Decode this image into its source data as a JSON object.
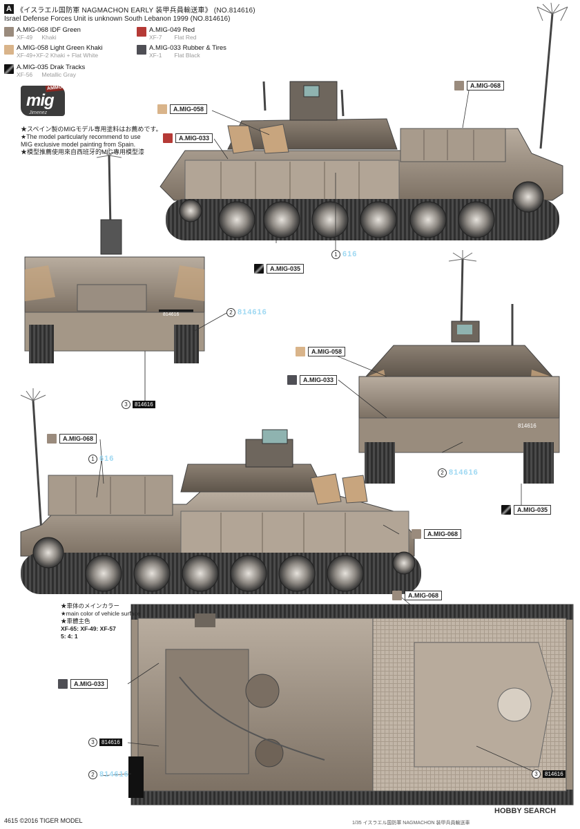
{
  "header": {
    "section": "A",
    "title": "《イスラエル国防軍 NAGMACHON EARLY 装甲兵員輸送車》 (NO.814616)",
    "subtitle": "Israel Defense Forces  Unit is unknown South Lebanon  1999    (NO.814616)"
  },
  "palette": [
    {
      "name": "A.MIG-068  IDF Green",
      "code": "XF-49",
      "desc": "Khaki",
      "color": "#9a8b7d"
    },
    {
      "name": "A.MIG-049  Red",
      "code": "XF-7",
      "desc": "Flat Red",
      "color": "#b53a36"
    },
    {
      "name": "A.MIG-058  Light Green Khaki",
      "code": "XF-49+XF-2",
      "desc": "Khaki + Flat White",
      "color": "#d9b48a"
    },
    {
      "name": "A.MIG-033  Rubber & Tires",
      "code": "XF-1",
      "desc": "Flat Black",
      "color": "#4f4f55"
    },
    {
      "name": "A.MIG-035  Drak Tracks",
      "code": "XF-56",
      "desc": "Metallic Gray",
      "color": "#2a2a2a"
    }
  ],
  "logo": {
    "word": "mig",
    "ammo": "AMMO",
    "sub": "Jimenez"
  },
  "notes": [
    "★スペイン製のMIGモデル専用塗料はお薦めです。",
    "★The model particularly recommend to use",
    "  MIG exclusive model painting from Spain.",
    "★模型推薦使用來自西班牙的MIG專用模型漆"
  ],
  "callouts": {
    "c1": "A.MIG-058",
    "c2": "A.MIG-033",
    "c3": "A.MIG-068",
    "c4": "A.MIG-035",
    "c5": "A.MIG-058",
    "c6": "A.MIG-033",
    "c7": "A.MIG-035",
    "c8": "A.MIG-068",
    "c9": "A.MIG-068",
    "c10": "A.MIG-068",
    "c11": "A.MIG-033"
  },
  "decals": {
    "n1": "1",
    "n2": "2",
    "n3": "3",
    "plate": "814616",
    "blue1": "616",
    "blue2": "814616",
    "hull_num": "616"
  },
  "body_color": {
    "jp": "車体のメインカラー",
    "en": "main color of vehicle surface",
    "cn": "車體主色",
    "mix": "XF-65: XF-49: XF-57",
    "ratio": "5: 4: 1"
  },
  "footer": {
    "left": "4615 ©2016  TIGER MODEL",
    "right": "1/35 イスラエル国防軍 NAGMACHON 装甲兵員輸送車",
    "watermark": "HOBBY SEARCH"
  }
}
